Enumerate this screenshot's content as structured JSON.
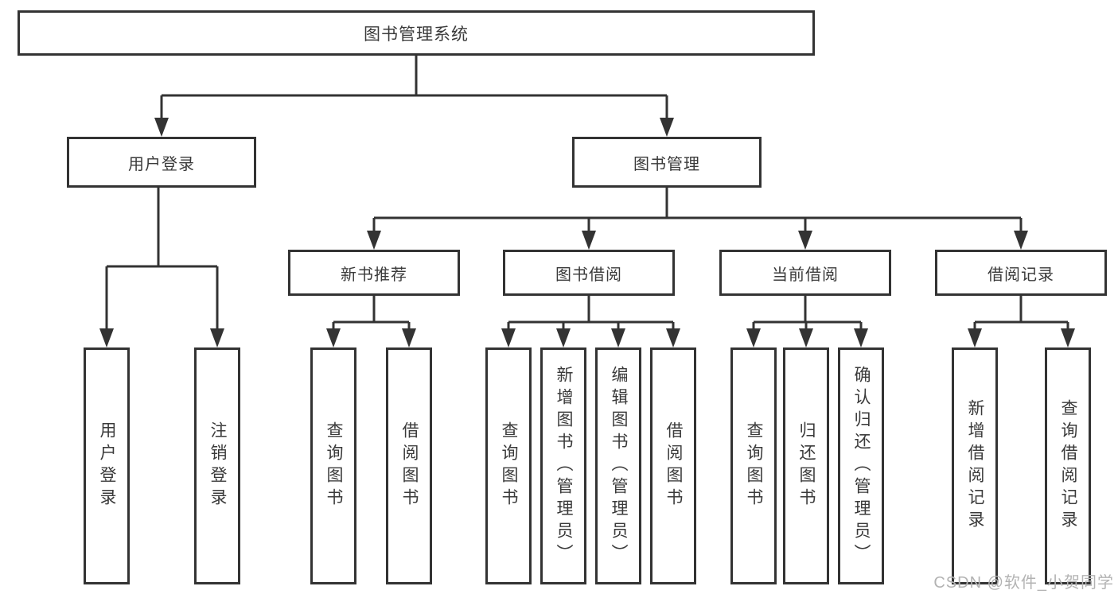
{
  "tree": {
    "root": "图书管理系统",
    "branches": [
      {
        "label": "用户登录",
        "leaves": [
          "用户登录",
          "注销登录"
        ]
      },
      {
        "label": "图书管理",
        "sections": [
          {
            "label": "新书推荐",
            "leaves": [
              "查询图书",
              "借阅图书"
            ]
          },
          {
            "label": "图书借阅",
            "leaves": [
              "查询图书",
              "新增图书（管理员）",
              "编辑图书（管理员）",
              "借阅图书"
            ]
          },
          {
            "label": "当前借阅",
            "leaves": [
              "查询图书",
              "归还图书",
              "确认归还（管理员）"
            ]
          },
          {
            "label": "借阅记录",
            "leaves": [
              "新增借阅记录",
              "查询借阅记录"
            ]
          }
        ]
      }
    ]
  },
  "style": {
    "line_color": "#333333",
    "box_border_color": "#333333",
    "text_color": "#3a3a3a",
    "watermark_color": "#b3b3b3",
    "background": "#ffffff"
  },
  "watermark": {
    "text": "CSDN @软件_小贺同学"
  }
}
